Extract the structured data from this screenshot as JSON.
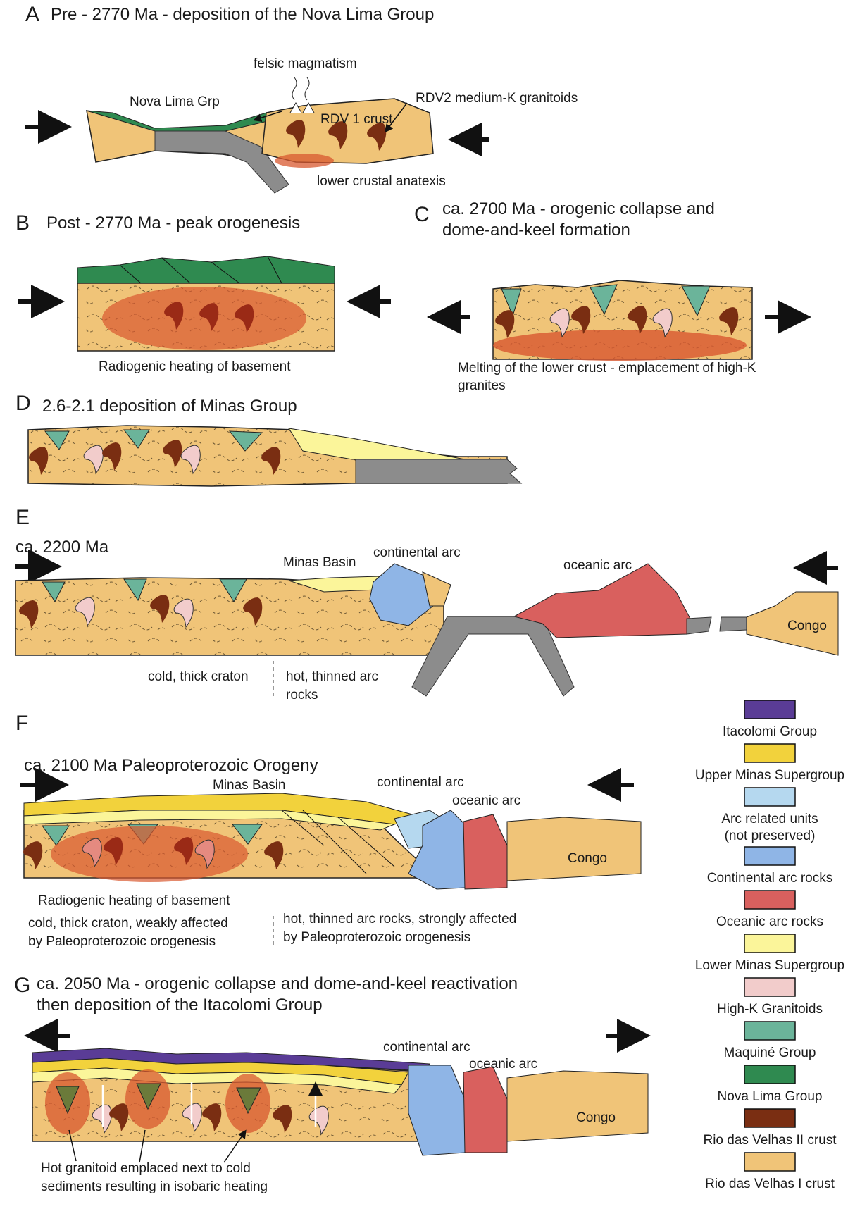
{
  "panels": {
    "A": {
      "letter": "A",
      "title": "Pre - 2770 Ma - deposition of the Nova Lima Group",
      "felsic": "felsic magmatism",
      "nova": "Nova Lima Grp",
      "rdv2": "RDV2 medium-K granitoids",
      "rdv1": "RDV 1 crust",
      "anatexis": "lower crustal anatexis"
    },
    "B": {
      "letter": "B",
      "title": "Post - 2770 Ma - peak orogenesis",
      "heating": "Radiogenic heating of basement"
    },
    "C": {
      "letter": "C",
      "title1": "ca. 2700 Ma - orogenic collapse and",
      "title2": "dome-and-keel formation",
      "melt1": "Melting of the lower crust - emplacement of high-K",
      "melt2": "granites"
    },
    "D": {
      "letter": "D",
      "title": "2.6-2.1 deposition of Minas Group"
    },
    "E": {
      "letter": "E",
      "title": "ca. 2200 Ma",
      "minas": "Minas Basin",
      "carc": "continental arc",
      "oarc": "oceanic arc",
      "congo": "Congo",
      "cold": "cold, thick craton",
      "hot1": "hot, thinned arc",
      "hot2": "rocks"
    },
    "F": {
      "letter": "F",
      "title": "ca. 2100 Ma Paleoproterozoic Orogeny",
      "minas": "Minas Basin",
      "carc": "continental arc",
      "oarc": "oceanic arc",
      "congo": "Congo",
      "heating": "Radiogenic heating of basement",
      "cold1": "cold, thick craton, weakly affected",
      "cold2": "by Paleoproterozoic orogenesis",
      "hot1": "hot, thinned arc rocks, strongly affected",
      "hot2": "by Paleoproterozoic orogenesis"
    },
    "G": {
      "letter": "G",
      "title1": "ca. 2050 Ma - orogenic collapse and dome-and-keel reactivation",
      "title2": "then deposition of the Itacolomi Group",
      "carc": "continental arc",
      "oarc": "oceanic arc",
      "congo": "Congo",
      "hot1": "Hot granitoid emplaced next to cold",
      "hot2": "sediments resulting in isobaric heating"
    }
  },
  "legend": [
    {
      "label": "Itacolomi Group",
      "color": "#5a3c96"
    },
    {
      "label": "Upper Minas Supergroup",
      "color": "#f2d23c"
    },
    {
      "label": "Arc related units",
      "label2": "(not preserved)",
      "color": "#b5d8ef"
    },
    {
      "label": "Continental arc rocks",
      "color": "#8fb5e6"
    },
    {
      "label": "Oceanic arc rocks",
      "color": "#d9605e"
    },
    {
      "label": "Lower Minas Supergroup",
      "color": "#fbf59a"
    },
    {
      "label": "High-K Granitoids",
      "color": "#f2cccb"
    },
    {
      "label": "Maquiné Group",
      "color": "#6bb49a"
    },
    {
      "label": "Nova Lima Group",
      "color": "#2f8a50"
    },
    {
      "label": "Rio das Velhas II crust",
      "color": "#7a2e12"
    },
    {
      "label": "Rio das Velhas I crust",
      "color": "#f0c478"
    }
  ]
}
